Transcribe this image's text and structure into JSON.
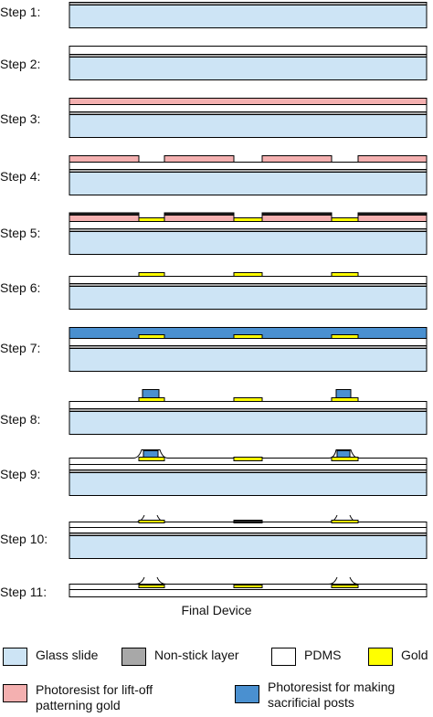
{
  "steps": [
    {
      "label": "Step 1:"
    },
    {
      "label": "Step 2:"
    },
    {
      "label": "Step 3:"
    },
    {
      "label": "Step 4:"
    },
    {
      "label": "Step 5:"
    },
    {
      "label": "Step 6:"
    },
    {
      "label": "Step 7:"
    },
    {
      "label": "Step 8:"
    },
    {
      "label": "Step 9:"
    },
    {
      "label": "Step 10:"
    },
    {
      "label": "Step 11:"
    }
  ],
  "caption": "Final Device",
  "legend": [
    {
      "key": "glass",
      "label": "Glass slide",
      "color": "#cde4f5"
    },
    {
      "key": "nonstick",
      "label": "Non-stick layer",
      "color": "#a8a8a8"
    },
    {
      "key": "pdms",
      "label": "PDMS",
      "color": "#ffffff"
    },
    {
      "key": "gold",
      "label": "Gold",
      "color": "#ffff00"
    },
    {
      "key": "pr_liftoff",
      "label": "Photoresist for lift-off patterning gold",
      "color": "#f4b0b0"
    },
    {
      "key": "pr_posts",
      "label": "Photoresist for making sacrificial posts",
      "color": "#4a90d0"
    }
  ]
}
